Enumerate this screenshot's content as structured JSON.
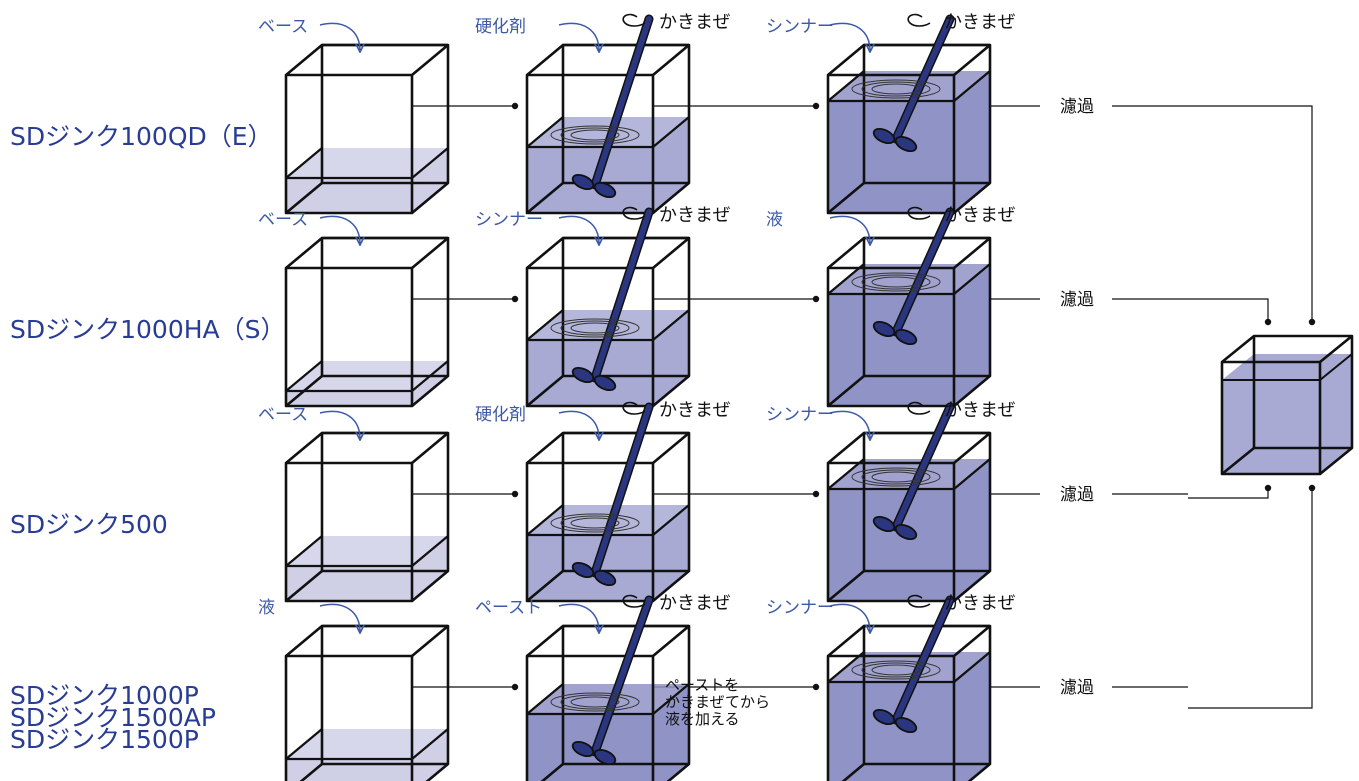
{
  "rows": [
    {
      "product_lines": [
        "SDジンク100QD（E）"
      ],
      "step1_label": "ベース",
      "step2_label": "硬化剤",
      "step3_label": "シンナー",
      "mix_label": "かきまぜ",
      "filter_label": "濾過"
    },
    {
      "product_lines": [
        "SDジンク1000HA（S）"
      ],
      "step1_label": "ベース",
      "step2_label": "シンナー",
      "step3_label": "液",
      "mix_label": "かきまぜ",
      "filter_label": "濾過"
    },
    {
      "product_lines": [
        "SDジンク500"
      ],
      "step1_label": "ベース",
      "step2_label": "硬化剤",
      "step3_label": "シンナー",
      "mix_label": "かきまぜ",
      "filter_label": "濾過"
    },
    {
      "product_lines": [
        "SDジンク1000P",
        "SDジンク1500AP",
        "SDジンク1500P"
      ],
      "step1_label": "液",
      "step2_label": "ペースト",
      "step3_label": "シンナー",
      "mix_label": "かきまぜ",
      "filter_label": "濾過",
      "note_lines": [
        "ペーストを",
        "かきまぜてから",
        "液を加える"
      ]
    }
  ],
  "colors": {
    "product_text": "#283c96",
    "ingredient_text": "#3d5aa8",
    "liquid_light": "#cfd0e6",
    "liquid_mid": "#a8aad4",
    "liquid_dark": "#9093c6",
    "stirrer": "#2b3680"
  }
}
